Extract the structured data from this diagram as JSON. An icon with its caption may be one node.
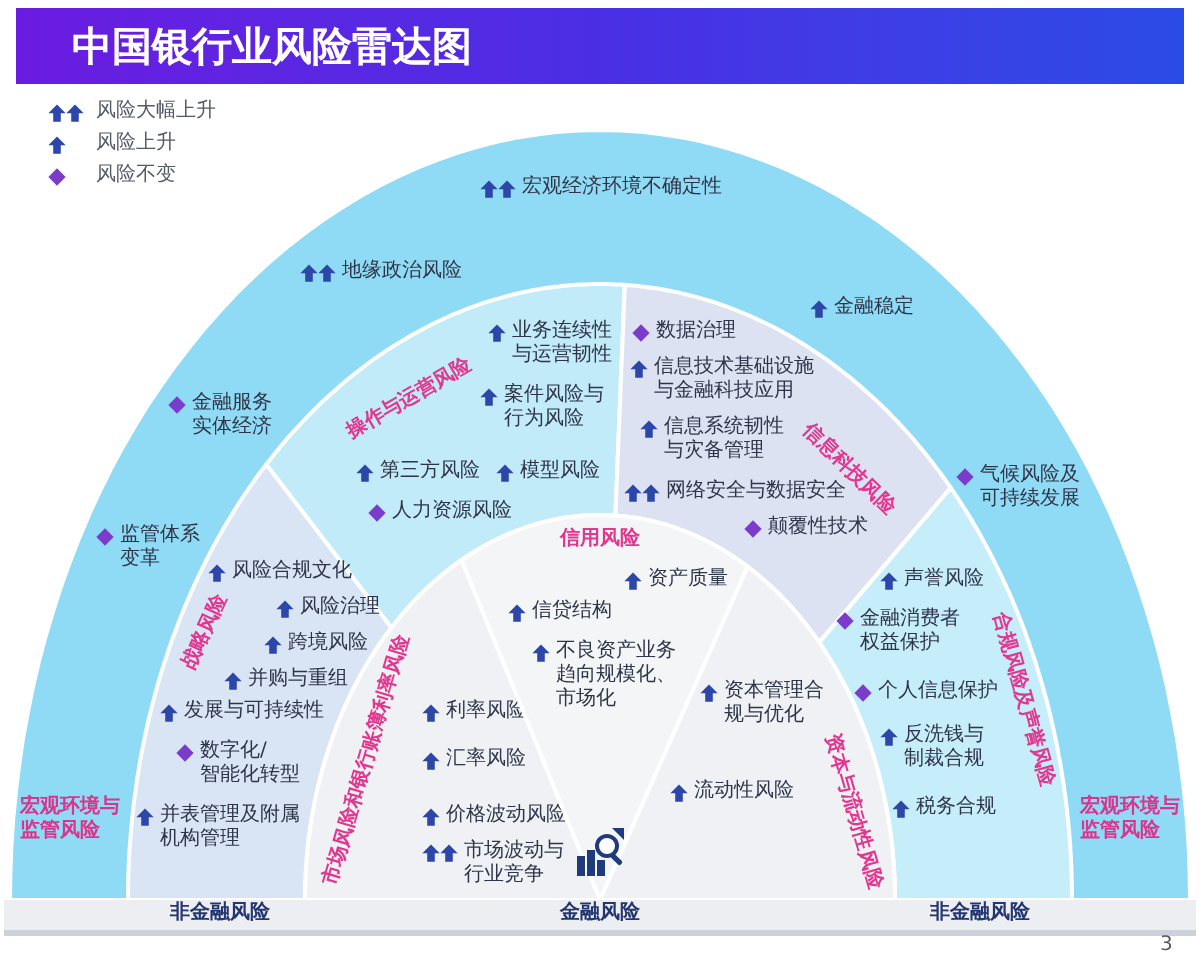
{
  "diagram": {
    "title": "中国银行业风险雷达图",
    "nodes": [
      {
        "text": [
          "宏观环境与监管风险",
          "宏观环境与监管风险"
        ]
      },
      {
        "text": [
          "宏观经济环境不确定性"
        ],
        "in": 0
      },
      {
        "text": [
          "地缘政治风险"
        ],
        "in": 0
      },
      {
        "text": [
          "金融稳定"
        ],
        "in": 0
      },
      {
        "text": [
          "金融服务实体经济"
        ],
        "in": 0
      },
      {
        "text": [
          "气候风险及可持续发展"
        ],
        "in": 0
      },
      {
        "text": [
          "监管体系变革"
        ],
        "in": 0
      },
      {
        "text": [
          "操作与运营风险"
        ],
        "in": 0
      },
      {
        "text": [
          "业务连续性与运营韧性"
        ],
        "in": 7
      },
      {
        "text": [
          "案件风险与行为风险"
        ],
        "in": 7
      },
      {
        "text": [
          "第三方风险"
        ],
        "in": 7
      },
      {
        "text": [
          "模型风险"
        ],
        "in": 7
      },
      {
        "text": [
          "人力资源风险"
        ],
        "in": 7
      },
      {
        "text": [
          "信息科技风险"
        ],
        "in": 0
      },
      {
        "text": [
          "数据治理"
        ],
        "in": 13
      },
      {
        "text": [
          "信息技术基础设施与金融科技应用"
        ],
        "in": 13
      },
      {
        "text": [
          "信息系统韧性与灾备管理"
        ],
        "in": 13
      },
      {
        "text": [
          "网络安全与数据安全"
        ],
        "in": 13
      },
      {
        "text": [
          "颠覆性技术"
        ],
        "in": 13
      },
      {
        "text": [
          "战略风险"
        ],
        "in": 0
      },
      {
        "text": [
          "风险合规文化"
        ],
        "in": 19
      },
      {
        "text": [
          "风险治理"
        ],
        "in": 19
      },
      {
        "text": [
          "跨境风险"
        ],
        "in": 19
      },
      {
        "text": [
          "并购与重组"
        ],
        "in": 19
      },
      {
        "text": [
          "发展与可持续性"
        ],
        "in": 19
      },
      {
        "text": [
          "数字化/智能化转型"
        ],
        "in": 19
      },
      {
        "text": [
          "并表管理及附属机构管理"
        ],
        "in": 19
      },
      {
        "text": [
          "合规风险及声誉风险"
        ],
        "in": 0
      },
      {
        "text": [
          "声誉风险"
        ],
        "in": 27
      },
      {
        "text": [
          "金融消费者权益保护"
        ],
        "in": 27
      },
      {
        "text": [
          "个人信息保护"
        ],
        "in": 27
      },
      {
        "text": [
          "反洗钱与制裁合规"
        ],
        "in": 27
      },
      {
        "text": [
          "税务合规"
        ],
        "in": 27
      },
      {
        "text": [
          "市场风险和银行账簿利率风险"
        ],
        "in": 0
      },
      {
        "text": [
          "利率风险"
        ],
        "in": 33
      },
      {
        "text": [
          "汇率风险"
        ],
        "in": 33
      },
      {
        "text": [
          "价格波动风险"
        ],
        "in": 33
      },
      {
        "text": [
          "市场波动与行业竞争"
        ],
        "in": 33
      },
      {
        "text": [
          "信用风险"
        ],
        "in": 0
      },
      {
        "text": [
          "资产质量"
        ],
        "in": 38
      },
      {
        "text": [
          "信贷结构"
        ],
        "in": 38
      },
      {
        "text": [
          "不良资产业务趋向规模化、市场化"
        ],
        "in": 38
      },
      {
        "text": [
          "资本与流动性风险"
        ],
        "in": 0
      },
      {
        "text": [
          "资本管理合规与优化"
        ],
        "in": 42
      },
      {
        "text": [
          "流动性风险"
        ],
        "in": 42
      },
      {
        "text": [
          "非金融风险",
          "金融风险",
          "非金融风险"
        ]
      }
    ],
    "labels": [
      "3"
    ],
    "legend": [
      {
        "text": "风险大幅上升"
      },
      {
        "text": "风险上升"
      },
      {
        "text": "风险不变"
      }
    ]
  }
}
